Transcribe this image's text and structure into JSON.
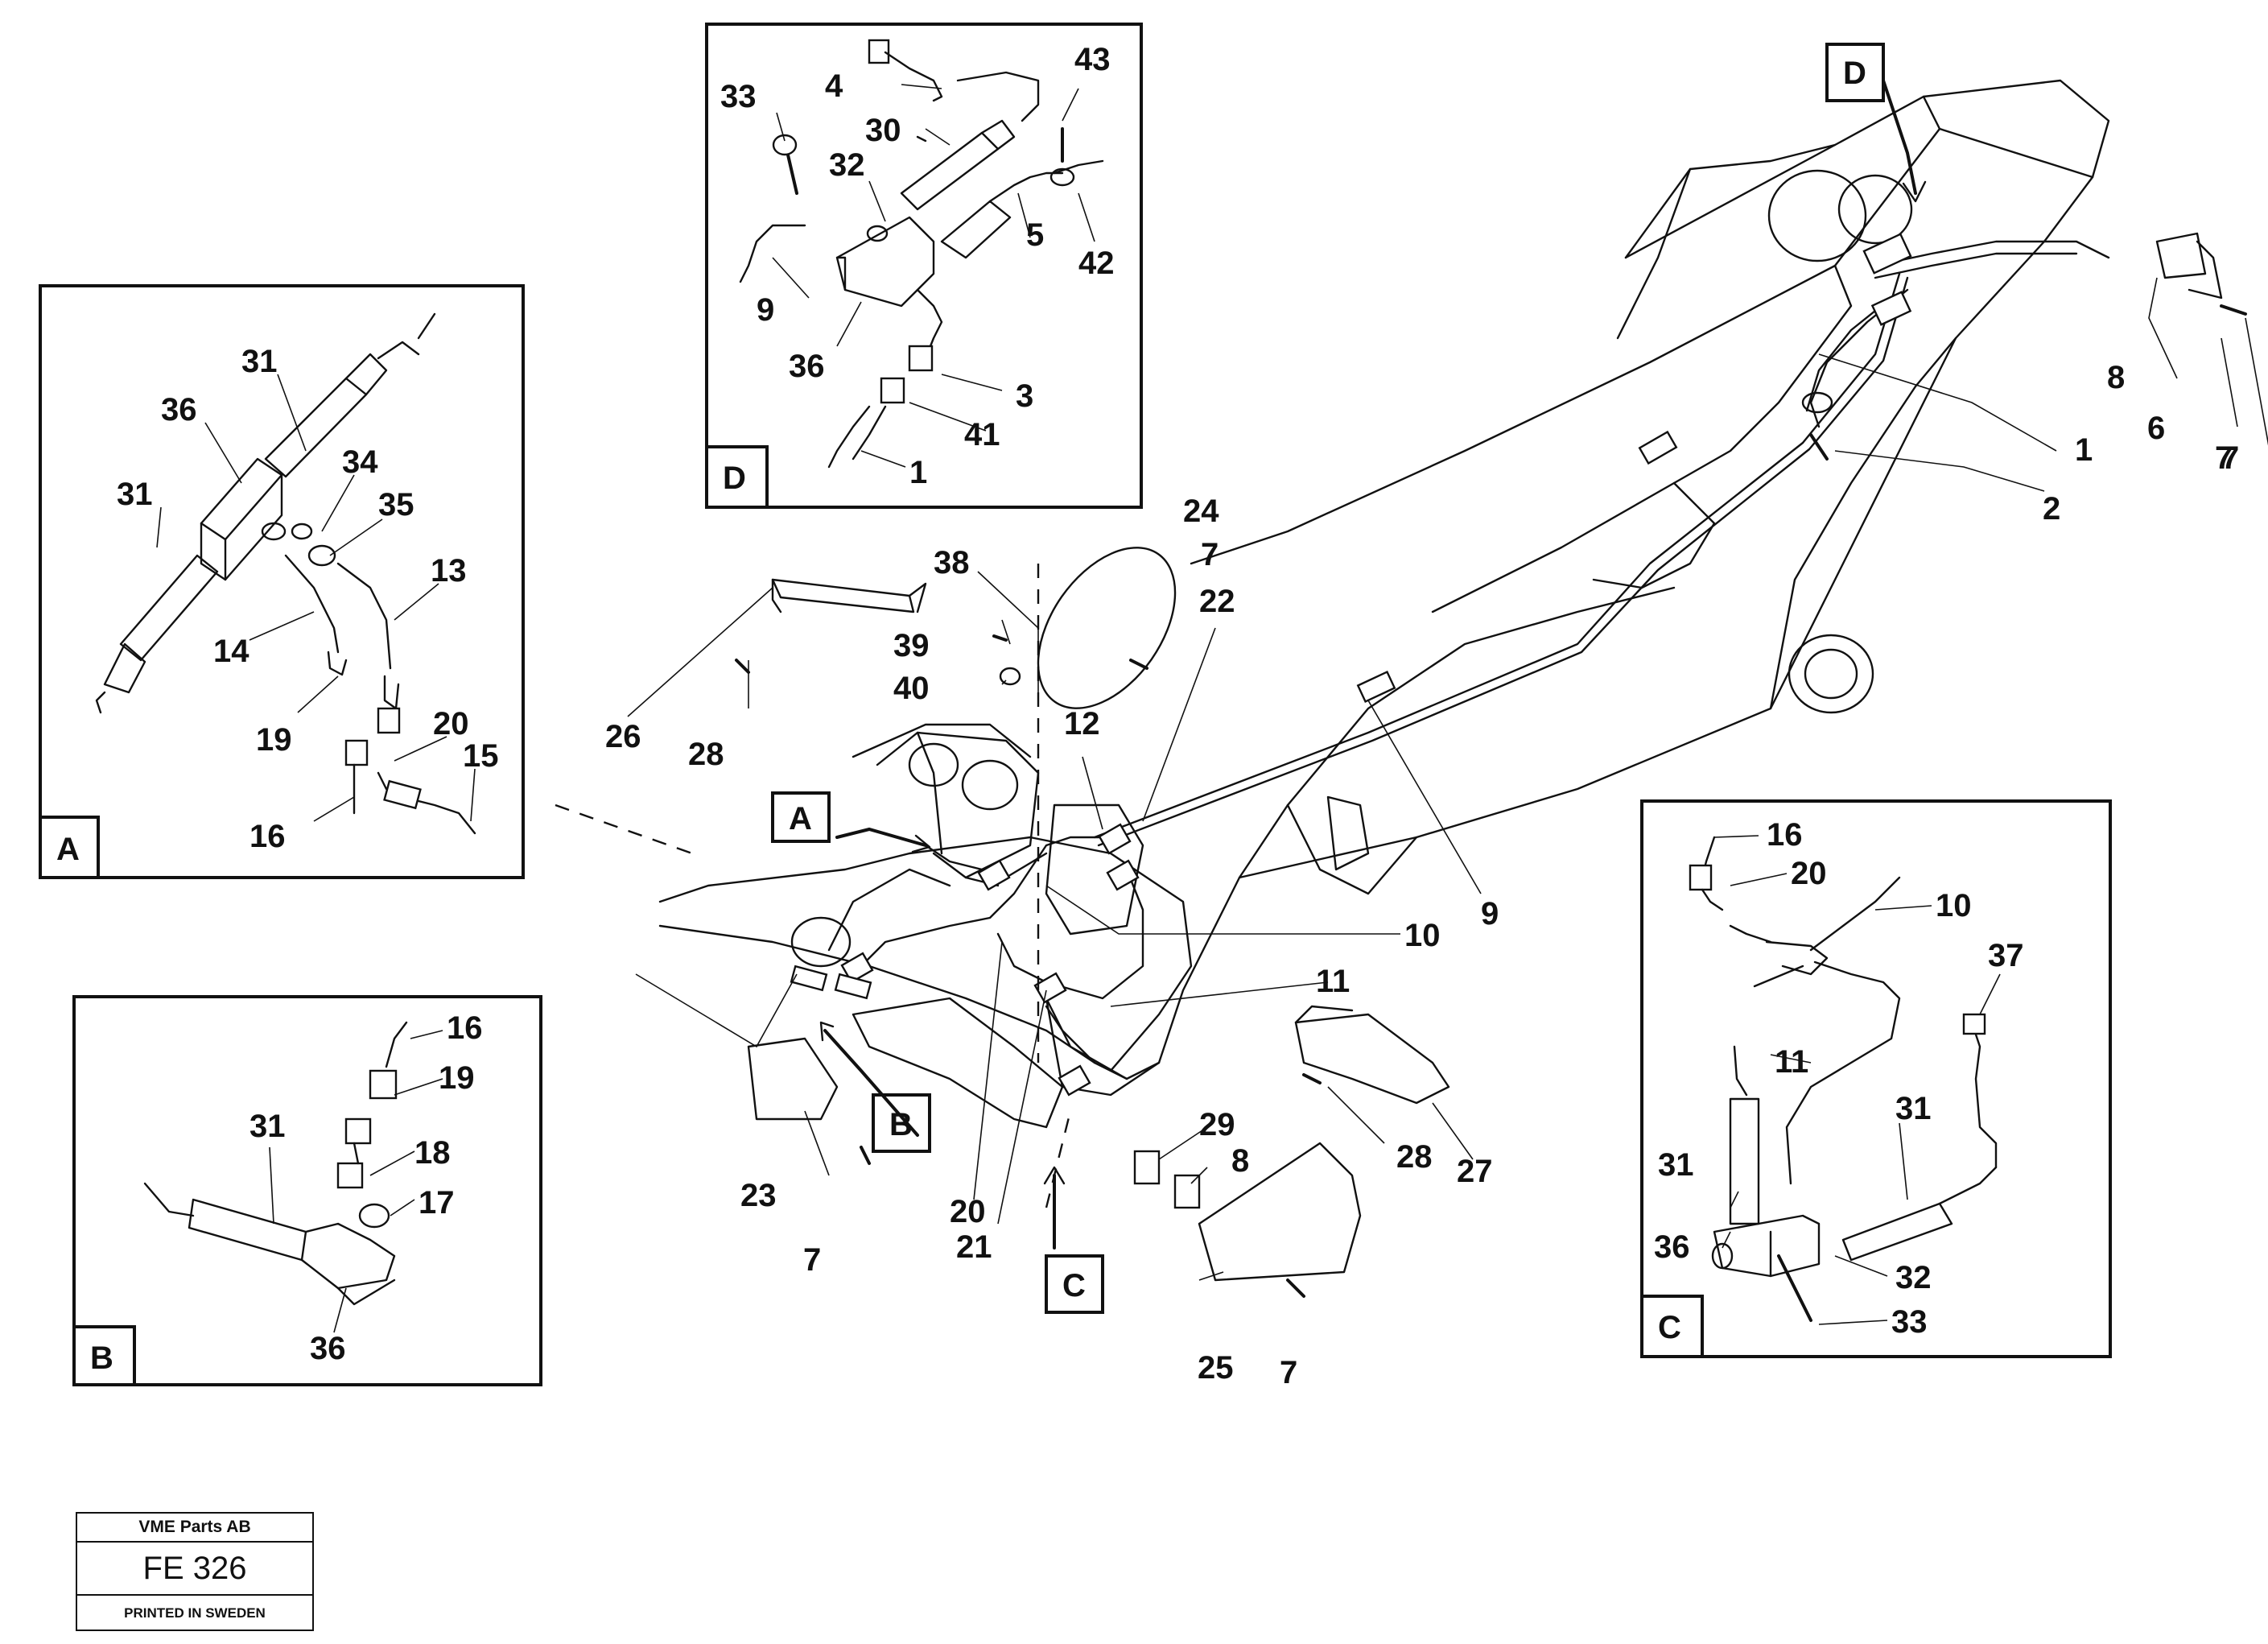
{
  "title_block": {
    "company": "VME Parts AB",
    "drawing_number": "FE 326",
    "printed": "PRINTED IN SWEDEN"
  },
  "detail_views": [
    {
      "id": "A",
      "label": "A"
    },
    {
      "id": "B",
      "label": "B"
    },
    {
      "id": "C",
      "label": "C"
    },
    {
      "id": "D",
      "label": "D"
    }
  ],
  "main_callouts": {
    "A": "A",
    "B": "B",
    "C": "C",
    "D": "D"
  },
  "main_parts": [
    "1",
    "2",
    "6",
    "7",
    "8",
    "9",
    "10",
    "11",
    "12",
    "20",
    "21",
    "22",
    "23",
    "24",
    "25",
    "26",
    "27",
    "28",
    "29",
    "38",
    "39",
    "40"
  ],
  "main_parts_repeat": [
    "7",
    "7",
    "7",
    "7",
    "8",
    "28"
  ],
  "detail_a_parts": [
    "31",
    "36",
    "31",
    "34",
    "35",
    "13",
    "14",
    "19",
    "20",
    "15",
    "16"
  ],
  "detail_b_parts": [
    "16",
    "19",
    "31",
    "18",
    "17",
    "36"
  ],
  "detail_c_parts": [
    "16",
    "20",
    "10",
    "37",
    "11",
    "31",
    "31",
    "36",
    "32",
    "33"
  ],
  "detail_d_parts": [
    "43",
    "4",
    "33",
    "30",
    "32",
    "5",
    "42",
    "9",
    "36",
    "3",
    "41",
    "1"
  ]
}
